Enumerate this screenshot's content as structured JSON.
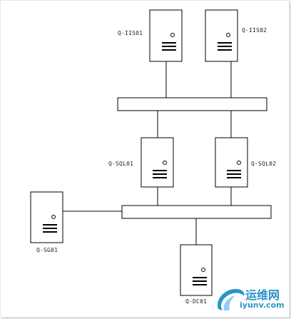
{
  "diagram": {
    "servers": [
      {
        "id": "iis1",
        "label": "Q-IIS01"
      },
      {
        "id": "iis2",
        "label": "Q-IIS02"
      },
      {
        "id": "sql1",
        "label": "Q-SQL01"
      },
      {
        "id": "sql2",
        "label": "Q-SQL02"
      },
      {
        "id": "sg1",
        "label": "Q-SG01"
      },
      {
        "id": "dc1",
        "label": "Q-DC01"
      }
    ],
    "switches": [
      "upper-switch",
      "lower-switch"
    ]
  },
  "watermark": {
    "text_cn": "运维网",
    "text_en": "iyunv.com",
    "color": "#2b93c9"
  }
}
